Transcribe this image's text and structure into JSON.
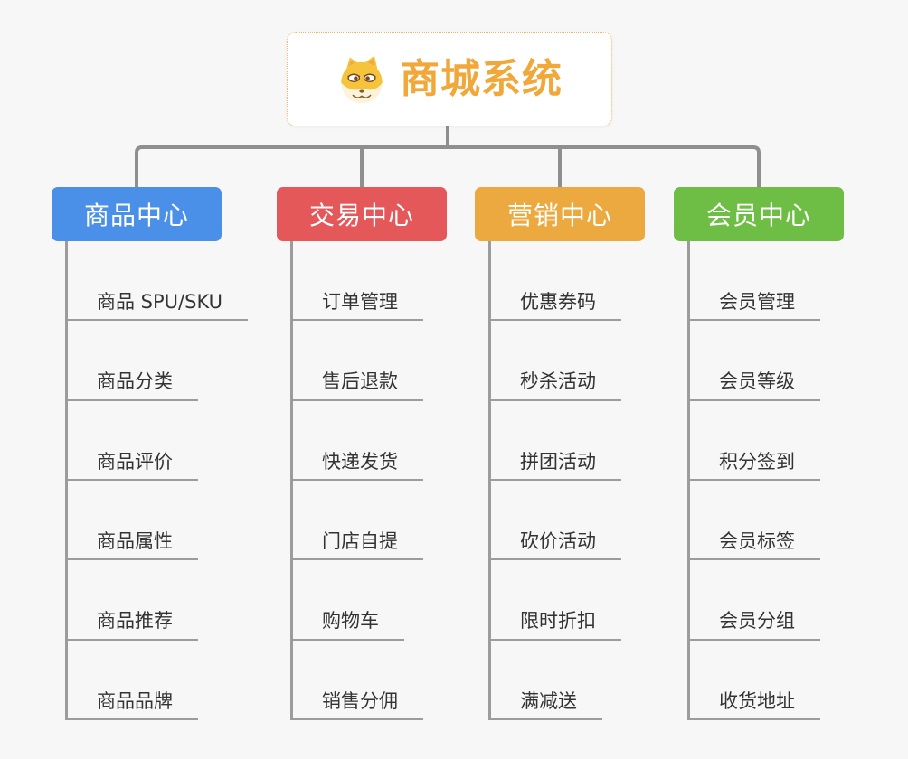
{
  "root": {
    "title": "商城系统",
    "icon": "dog-face-icon",
    "accent_color": "#F0A83A"
  },
  "branches": [
    {
      "label": "商品中心",
      "color": "#4A8FE8",
      "children": [
        "商品 SPU/SKU",
        "商品分类",
        "商品评价",
        "商品属性",
        "商品推荐",
        "商品品牌"
      ]
    },
    {
      "label": "交易中心",
      "color": "#E4585A",
      "children": [
        "订单管理",
        "售后退款",
        "快递发货",
        "门店自提",
        "购物车",
        "销售分佣"
      ]
    },
    {
      "label": "营销中心",
      "color": "#ECA93F",
      "children": [
        "优惠券码",
        "秒杀活动",
        "拼团活动",
        "砍价活动",
        "限时折扣",
        "满减送"
      ]
    },
    {
      "label": "会员中心",
      "color": "#6EBE45",
      "children": [
        "会员管理",
        "会员等级",
        "积分签到",
        "会员标签",
        "会员分组",
        "收货地址"
      ]
    }
  ]
}
